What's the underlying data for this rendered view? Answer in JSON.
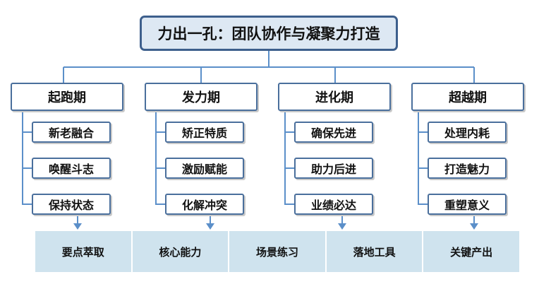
{
  "title": "力出一孔：团队协作与凝聚力打造",
  "phases": [
    {
      "label": "起跑期",
      "items": [
        "新老融合",
        "唤醒斗志",
        "保持状态"
      ]
    },
    {
      "label": "发力期",
      "items": [
        "矫正特质",
        "激励赋能",
        "化解冲突"
      ]
    },
    {
      "label": "进化期",
      "items": [
        "确保先进",
        "助力后进",
        "业绩必达"
      ]
    },
    {
      "label": "超越期",
      "items": [
        "处理内耗",
        "打造魅力",
        "重塑意义"
      ]
    }
  ],
  "outputs": [
    "要点萃取",
    "核心能力",
    "场景练习",
    "落地工具",
    "关键产出"
  ],
  "colors": {
    "line": "#5b8fc9",
    "border": "#4a6f9c",
    "title_fill": "#dde8f3",
    "band_fill": "#cfe3ee"
  }
}
